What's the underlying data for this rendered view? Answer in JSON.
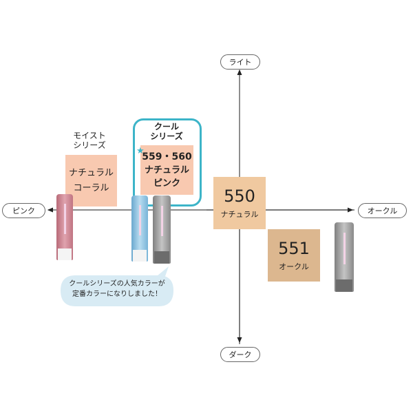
{
  "axes": {
    "top": "ライト",
    "bottom": "ダーク",
    "left": "ピンク",
    "right": "オークル"
  },
  "moist": {
    "series": "モイスト\nシリーズ",
    "shade": "ナチュラル\nコーラル"
  },
  "cool": {
    "series": "クール\nシリーズ",
    "number": "559・560",
    "shade": "ナチュラル\nピンク",
    "star": "★"
  },
  "shade550": {
    "number": "550",
    "name": "ナチュラル"
  },
  "shade551": {
    "number": "551",
    "name": "オークル"
  },
  "bubble": {
    "line1": "クールシリーズの人気カラーが",
    "line2": "定番カラーになりしました！"
  },
  "colors": {
    "teal": "#3cb4c8",
    "peach": "#f8c9b0",
    "natural": "#f0c9a0",
    "ochre": "#dcb78f",
    "bubble": "#d8ebf4"
  }
}
